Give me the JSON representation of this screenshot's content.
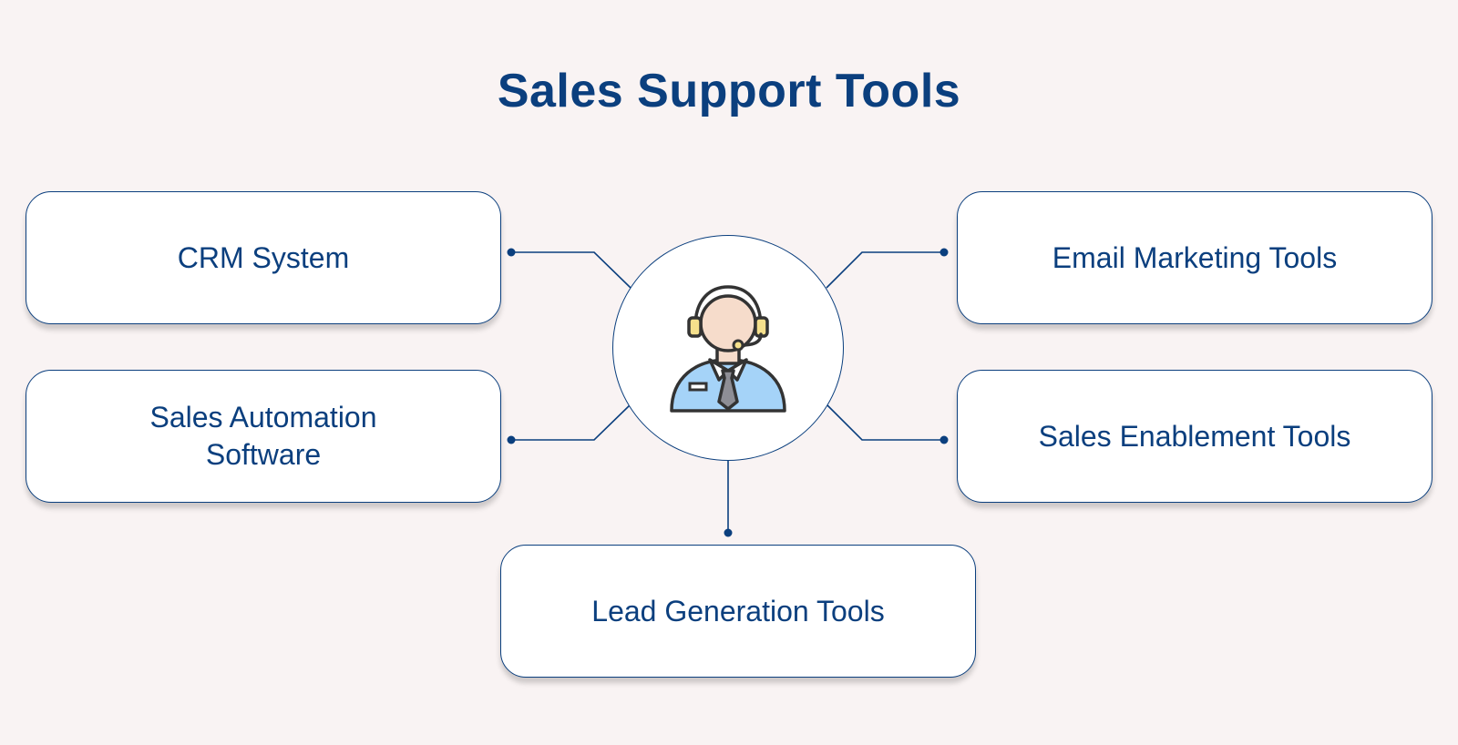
{
  "title": "Sales Support Tools",
  "hub": {
    "icon": "customer-support-agent-icon"
  },
  "nodes": {
    "crm": "CRM System",
    "automation": "Sales Automation Software",
    "email": "Email Marketing Tools",
    "enablement": "Sales Enablement Tools",
    "lead": "Lead Generation Tools"
  },
  "colors": {
    "background": "#f9f3f3",
    "primary": "#0b3f7e",
    "box_fill": "#ffffff",
    "skin": "#f6dccb",
    "shirt": "#a5d3f8",
    "tie": "#8e8e95",
    "headset": "#f5e08c"
  }
}
